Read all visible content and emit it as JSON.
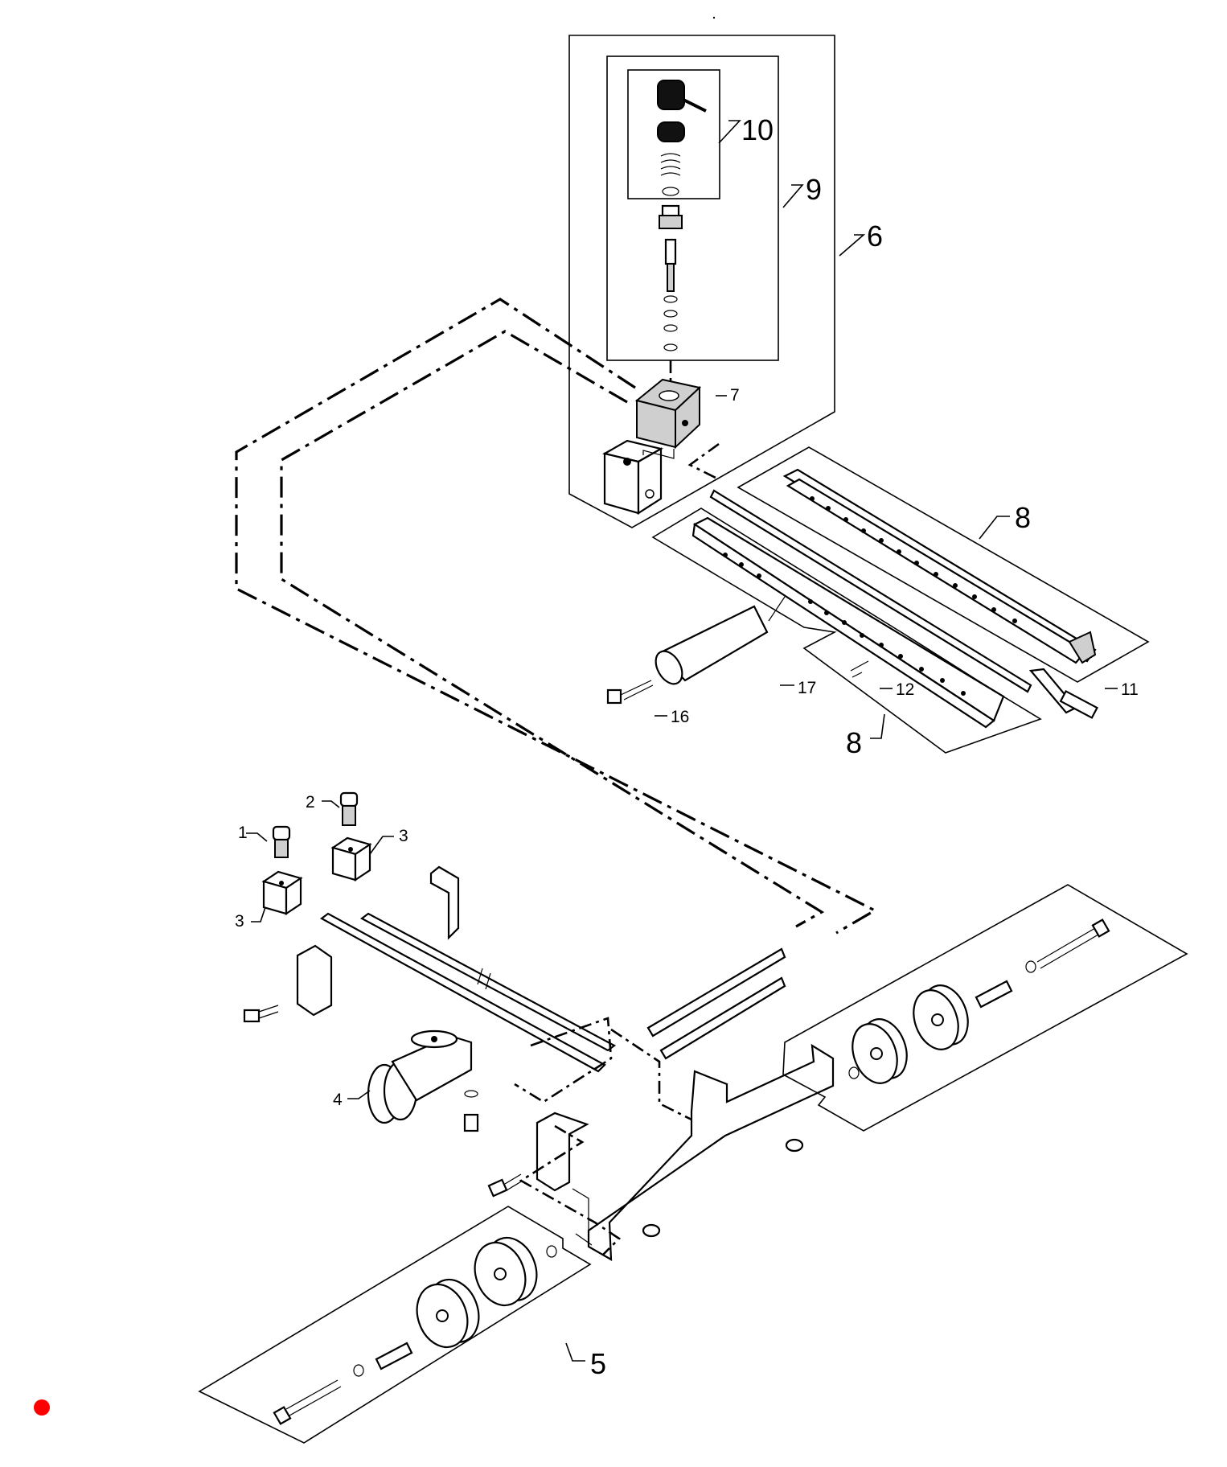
{
  "callouts": {
    "c1": "1",
    "c2": "2",
    "c3a": "3",
    "c3b": "3",
    "c4": "4",
    "c5": "5",
    "c6": "6",
    "c7": "7",
    "c8a": "8",
    "c8b": "8",
    "c9": "9",
    "c10": "10",
    "c11": "11",
    "c12": "12",
    "c16": "16",
    "c17": "17"
  },
  "marker_color": "#ff0000"
}
